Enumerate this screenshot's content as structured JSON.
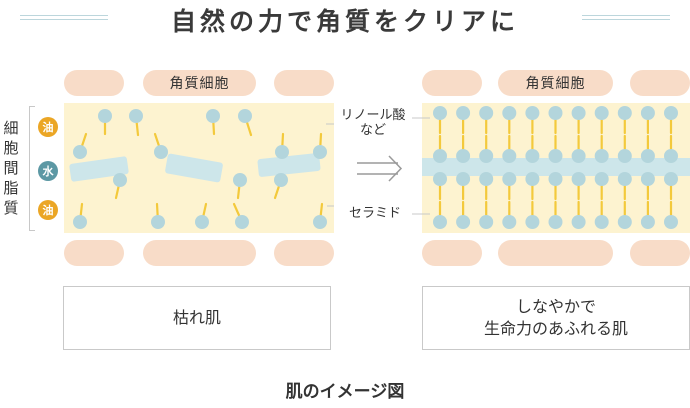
{
  "title": "自然の力で角質をクリアに",
  "corneocyte_label": "角質細胞",
  "intercellular_lipid_label": "細胞間脂質",
  "legend": {
    "oil": "油",
    "water": "水",
    "oil_bottom": "油"
  },
  "callouts": {
    "linoleic_line1": "リノール酸",
    "linoleic_line2": "など",
    "ceramide": "セラミド"
  },
  "states": {
    "before": "枯れ肌",
    "after_line1": "しなやかで",
    "after_line2": "生命力のあふれる肌"
  },
  "caption": "肌のイメージ図",
  "colors": {
    "corneocyte": "#f8dcc8",
    "lipid_layer": "#fdf3d0",
    "lipid_head": "#b3d5dc",
    "lipid_tail": "#f3c93c",
    "water_band": "#cde6ea",
    "oil_badge": "#eba625",
    "water_badge": "#5c98a4"
  }
}
